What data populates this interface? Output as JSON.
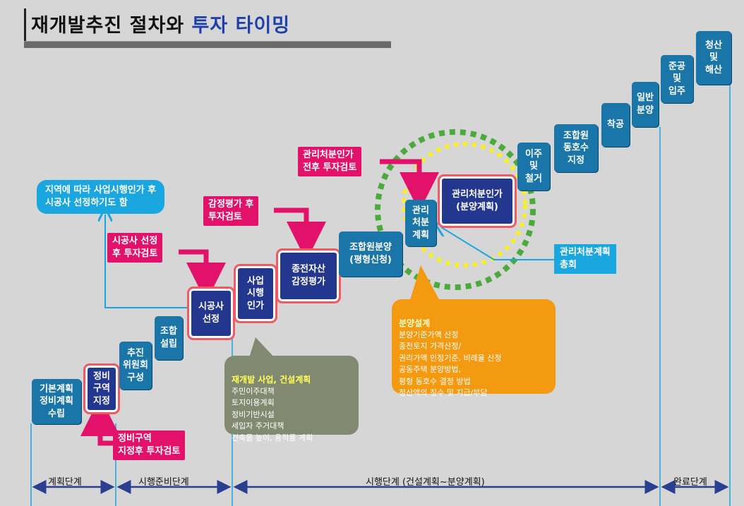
{
  "title": {
    "part1": "재개발추진  절차와 ",
    "part2": "투자 타이밍"
  },
  "steps": {
    "basic_plan": "기본계획\n정비계획\n수립",
    "zone_designation": "정비\n구역\n지정",
    "committee": "추진\n위원회\n구성",
    "union": "조합\n설립",
    "contractor": "시공사\n선정",
    "project_approval": "사업\n시행\n인가",
    "appraisal": "종전자산\n감정평가",
    "member_sale": "조합원분양\n(평형신청)",
    "mgmt_plan": "관리\n처분\n계획",
    "mgmt_approval": "관리처분인가\n(분양계획)",
    "relocation": "이주\n및\n철거",
    "unit_assign": "조합원\n동호수\n지정",
    "construction": "착공",
    "general_sale": "일반\n분양",
    "completion": "준공\n및\n입주",
    "liquidation": "청산\n및\n해산"
  },
  "notes": {
    "regional": "지역에 따라 사업시행인가 후\n시공사 선정하기도 함",
    "after_contractor": "시공사 선정\n후 투자검토",
    "after_appraisal": "감정평가 후\n투자검토",
    "mgmt_review": "관리처분인가\n전후 투자검토",
    "after_zone": "정비구역\n지정후 투자검토",
    "general_meeting": "관리처분계획\n총회"
  },
  "callouts": {
    "construction_plan": {
      "head": "재개발 사업, 건설계획",
      "body": "주민이주대책\n토지이용계획\n정비기반시설\n세입자 주거대책\n건축물 높이, 용적률 계획"
    },
    "sale_design": {
      "head": "분양설계",
      "body": "분양기준가액 산정\n종전토지 가격산정/\n권리가액 인정기준, 비례율 산정\n공동주택 분양방법,\n평형 동호수 결정 방법\n청산액의 징수 및 지급/부담"
    }
  },
  "phases": {
    "planning": "계획단계",
    "prep": "시행준비단계",
    "execution": "시행단계 (건설계획~분양계획)",
    "done": "완료단계"
  },
  "colors": {
    "step": "#1a75a8",
    "highlight_step": "#23378e",
    "pink": "#e2116a",
    "cyan": "#1aa6df",
    "orange": "#f39a10",
    "gray": "#818a70"
  }
}
